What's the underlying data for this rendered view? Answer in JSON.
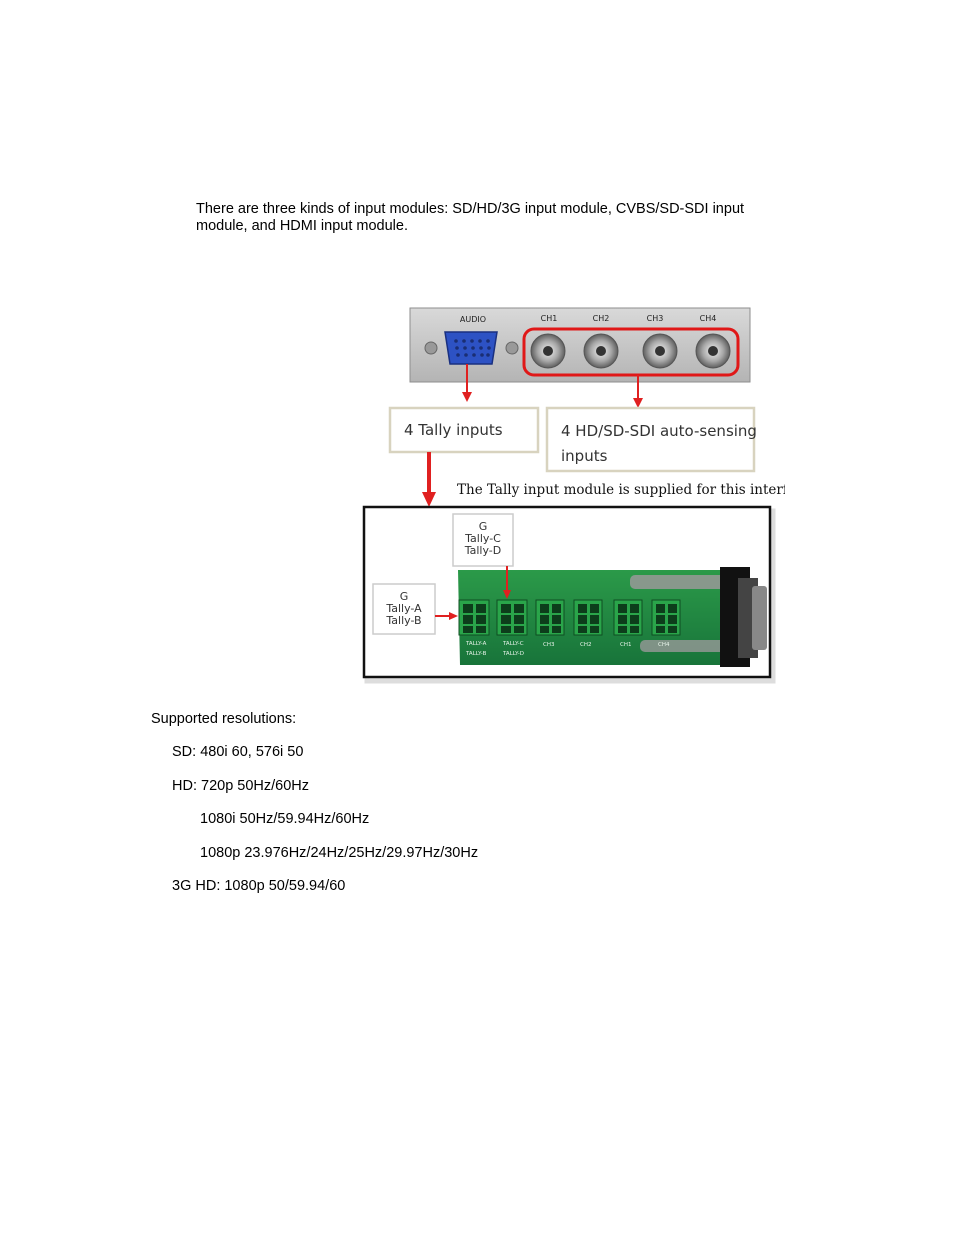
{
  "intro": {
    "line1": "There are three kinds of input modules: SD/HD/3G input module, CVBS/SD-SDI input",
    "line2": "module, and HDMI input module."
  },
  "figure": {
    "panel_labels": {
      "audio": "AUDIO",
      "ch1": "CH1",
      "ch2": "CH2",
      "ch3": "CH3",
      "ch4": "CH4"
    },
    "tally_box": "4 Tally inputs",
    "sdi_box_line1": "4 HD/SD-SDI auto-sensing",
    "sdi_box_line2": "inputs",
    "note": "The Tally input module is supplied for this interface.",
    "callout_cd": {
      "g": "G",
      "a": "Tally-C",
      "b": "Tally-D"
    },
    "callout_ab": {
      "g": "G",
      "a": "Tally-A",
      "b": "Tally-B"
    },
    "board_labels": {
      "t1a": "TALLY-A",
      "t1b": "TALLY-B",
      "t2a": "TALLY-C",
      "t2b": "TALLY-D",
      "c3": "CH3",
      "c4": "CH2",
      "c5": "CH1",
      "c6": "CH4"
    },
    "colors": {
      "arrow": "#e02020",
      "pcb": "#1f8a3c",
      "connector": "#2aa54a",
      "highlight": "#e01818"
    }
  },
  "resolutions": {
    "heading": "Supported resolutions:",
    "sd": "SD: 480i 60, 576i 50",
    "hd": "HD: 720p 50Hz/60Hz",
    "hd_1080i": "1080i 50Hz/59.94Hz/60Hz",
    "hd_1080p": "1080p 23.976Hz/24Hz/25Hz/29.97Hz/30Hz",
    "threeg": "3G HD: 1080p 50/59.94/60"
  }
}
